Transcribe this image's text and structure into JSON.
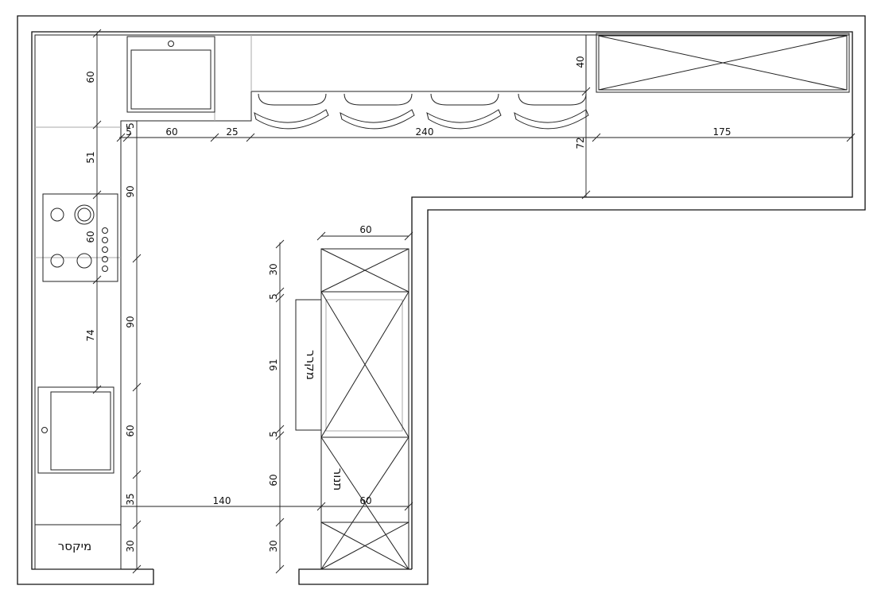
{
  "labels": {
    "fridge": "מקרר",
    "oven": "תנור",
    "mixer": "מיקסר"
  },
  "dimensions": {
    "left_col": [
      "60",
      "51",
      "60",
      "74"
    ],
    "inner_col": [
      "5",
      "90",
      "90",
      "60",
      "35",
      "30"
    ],
    "top_row": [
      "5",
      "60",
      "25",
      "240",
      "175"
    ],
    "right_col": [
      "40",
      "72"
    ],
    "island_col": [
      "30",
      "5",
      "91",
      "5",
      "60",
      "30"
    ],
    "island_width_top": "60",
    "island_width_bottom": "60",
    "bottom_run": "140"
  }
}
